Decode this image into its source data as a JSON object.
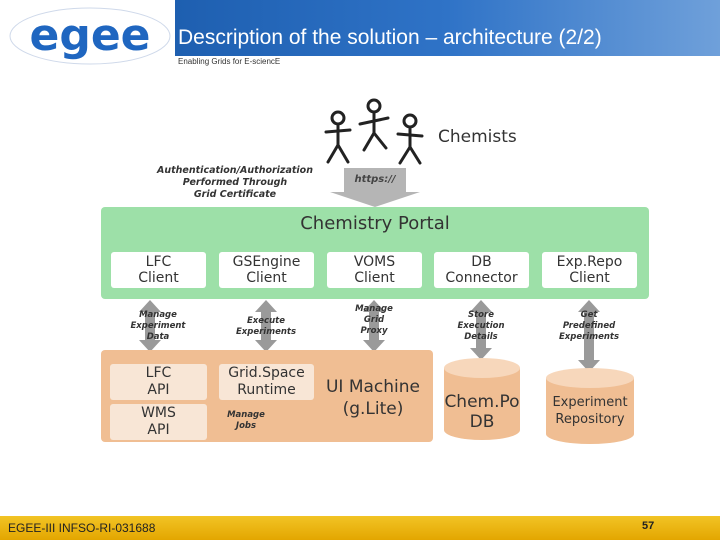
{
  "header": {
    "logo_text": "egee",
    "title": "Description of the solution – architecture (2/2)",
    "subtitle": "Enabling Grids for E-sciencE"
  },
  "footer": {
    "project": "EGEE-III INFSO-RI-031688",
    "page": "57"
  },
  "diagram": {
    "users_label": "Chemists",
    "auth_note": [
      "Authentication/Authorization",
      "Performed Through",
      "Grid Certificate"
    ],
    "protocol": "https://",
    "portal": {
      "title": "Chemistry Portal",
      "clients": [
        [
          "LFC",
          "Client"
        ],
        [
          "GSEngine",
          "Client"
        ],
        [
          "VOMS",
          "Client"
        ],
        [
          "DB",
          "Connector"
        ],
        [
          "Exp.Repo",
          "Client"
        ]
      ]
    },
    "arrow_labels": [
      [
        "Manage",
        "Experiment",
        "Data"
      ],
      [
        "Execute",
        "Experiments"
      ],
      [
        "Manage",
        "Grid",
        "Proxy"
      ],
      [
        "Store",
        "Execution",
        "Details"
      ],
      [
        "Get",
        "Predefined",
        "Experiments"
      ]
    ],
    "ui_machine": {
      "title": [
        "UI Machine",
        "(g.Lite)"
      ],
      "boxes": [
        [
          "LFC",
          "API"
        ],
        [
          "Grid.Space",
          "Runtime"
        ],
        [
          "WMS",
          "API"
        ]
      ],
      "jobs_label": [
        "Manage",
        "Jobs"
      ]
    },
    "chempo_db": [
      "Chem.Po",
      "DB"
    ],
    "exp_repo": [
      "Experiment",
      "Repository"
    ]
  },
  "colors": {
    "portal": "#9de0a8",
    "ui_machine": "#f0be93",
    "database": "#f0be93",
    "arrow": "#9a9a9a",
    "header_band": "#2f73c7",
    "footer": "#f2c425"
  }
}
